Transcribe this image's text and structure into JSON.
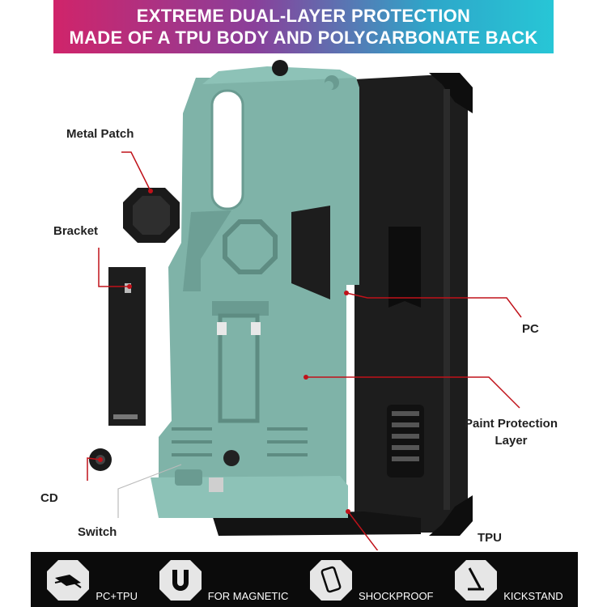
{
  "banner": {
    "line1": "EXTREME DUAL-LAYER PROTECTION",
    "line2": "MADE OF A TPU BODY AND POLYCARBONATE BACK"
  },
  "callouts": {
    "metal_patch": "Metal Patch",
    "bracket": "Bracket",
    "cd": "CD",
    "switch": "Switch",
    "pc": "PC",
    "paint_line1": "Paint Protection",
    "paint_line2": "Layer",
    "tpu": "TPU"
  },
  "features": [
    {
      "label": "PC+TPU",
      "icon": "layers-icon"
    },
    {
      "label": "FOR MAGNETIC",
      "icon": "magnet-icon"
    },
    {
      "label": "SHOCKPROOF",
      "icon": "shockproof-icon"
    },
    {
      "label": "KICKSTAND",
      "icon": "kickstand-icon"
    }
  ],
  "colors": {
    "case_green": "#7fb3a8",
    "tpu_black": "#1c1c1c",
    "leader_red": "#c0121a",
    "banner_start": "#d0246a",
    "banner_end": "#27c6d6"
  }
}
